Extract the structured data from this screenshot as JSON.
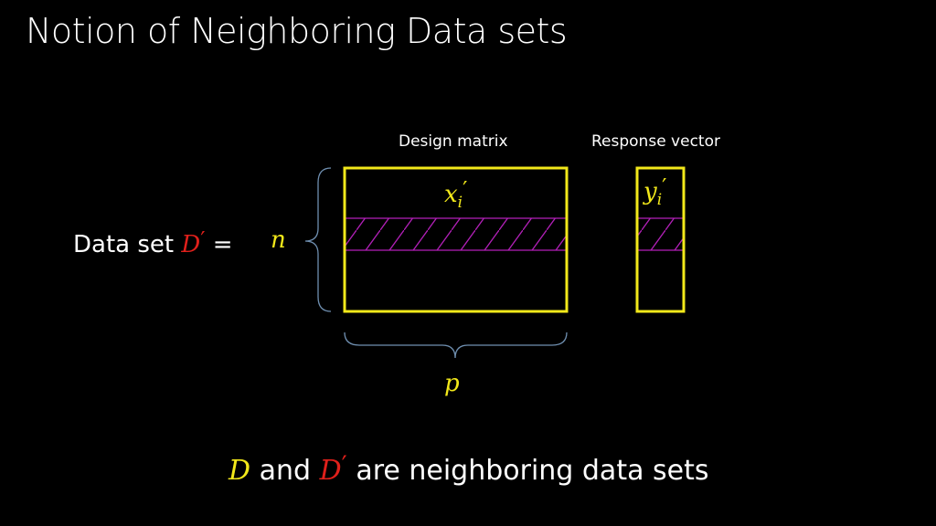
{
  "slide": {
    "title": "Notion of Neighboring Data sets"
  },
  "labels": {
    "design_matrix": "Design matrix",
    "response_vector": "Response vector",
    "dataset_prefix": "Data set ",
    "dataset_symbol": "D",
    "dataset_prime": "′",
    "equals": " =",
    "rows_symbol": "n",
    "cols_symbol": "p",
    "row_symbol": "x",
    "row_index": "i",
    "row_prime": "′",
    "response_symbol": "y",
    "response_index": "i",
    "response_prime": "′"
  },
  "conclusion": {
    "d_symbol": "D",
    "and_text": " and ",
    "d2_symbol": "D",
    "d2_prime": "′",
    "rest_text": " are neighboring data sets"
  },
  "colors": {
    "background": "#000000",
    "frame": "#f2e81a",
    "hatch": "#b21fb8",
    "brace": "#6f8fb0",
    "math_yellow": "#f2e81a",
    "math_red": "#e0201b",
    "text": "#ffffff"
  }
}
